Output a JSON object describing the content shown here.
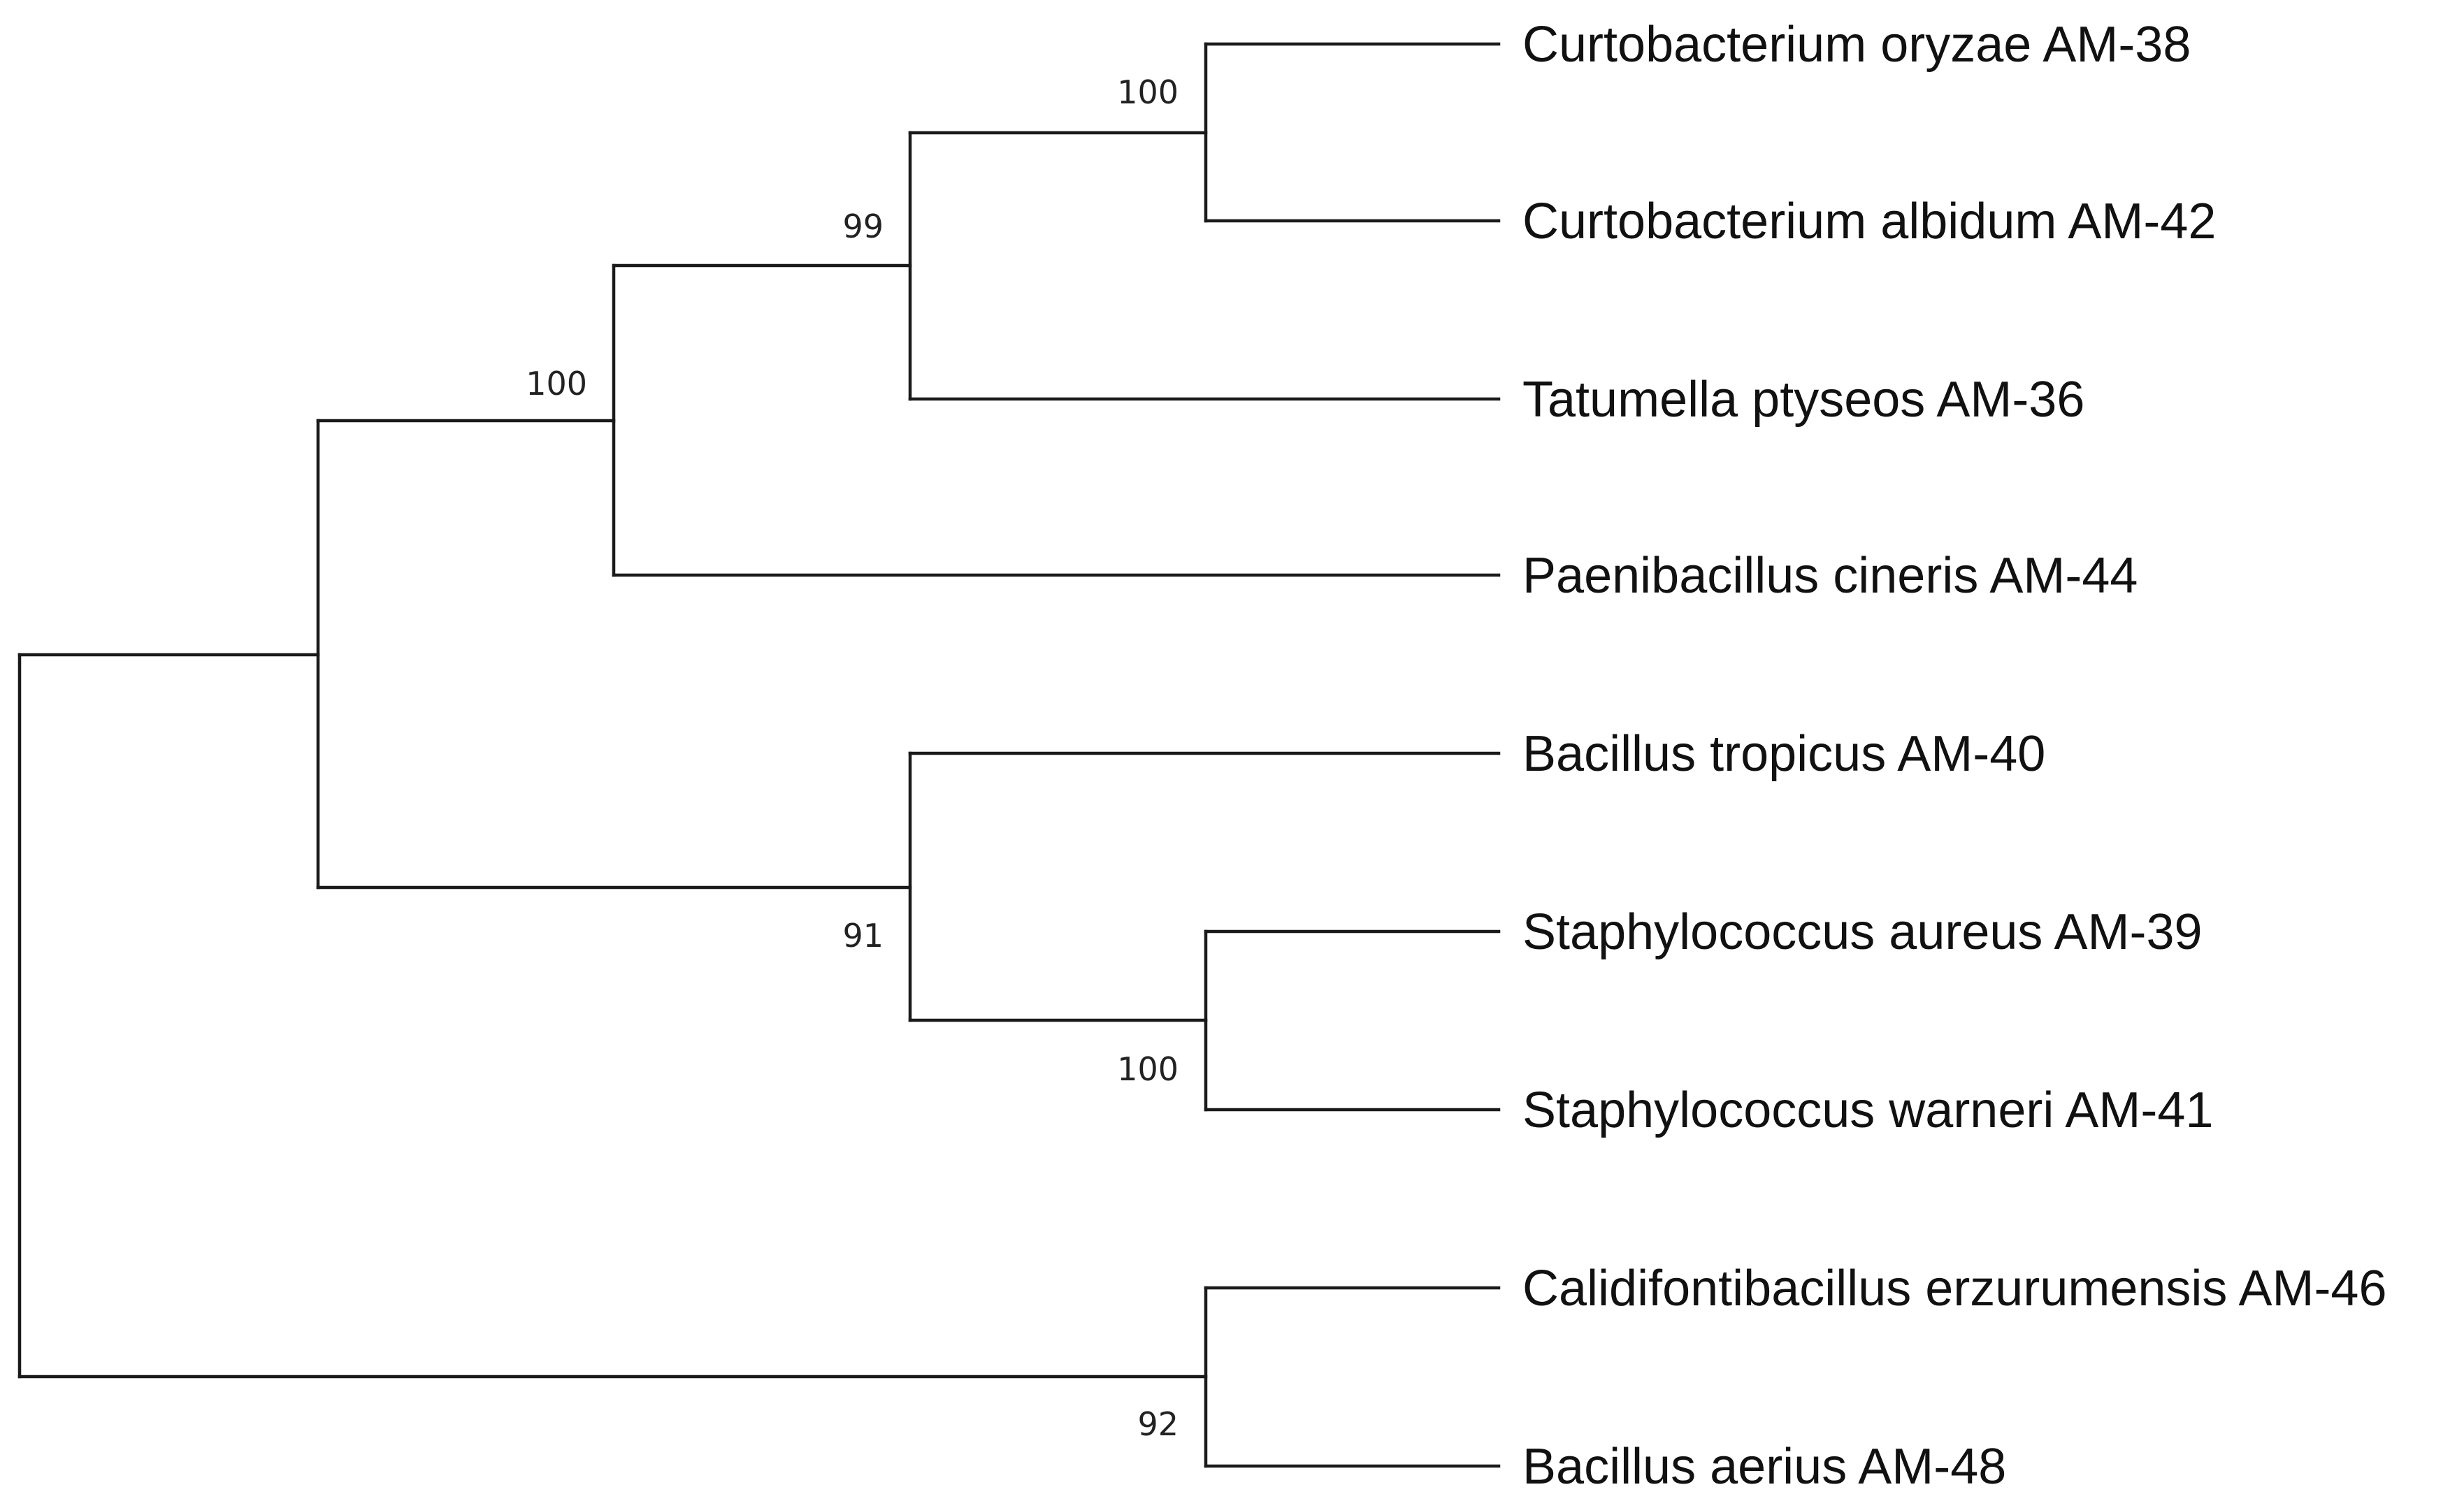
{
  "tree": {
    "type": "rooted-cladogram",
    "orientation": "left-to-right",
    "leaves": [
      "Curtobacterium oryzae AM-38",
      "Curtobacterium albidum AM-42",
      "Tatumella ptyseos AM-36",
      "Paenibacillus cineris AM-44",
      "Bacillus tropicus AM-40",
      "Staphylococcus aureus AM-39",
      "Staphylococcus warneri AM-41",
      "Calidifontibacillus erzurumensis AM-46",
      "Bacillus aerius AM-48"
    ],
    "clades": [
      {
        "members": [
          "Curtobacterium oryzae AM-38",
          "Curtobacterium albidum AM-42"
        ],
        "support": "100"
      },
      {
        "members": [
          "Curtobacterium oryzae AM-38",
          "Curtobacterium albidum AM-42",
          "Tatumella ptyseos AM-36"
        ],
        "support": "99"
      },
      {
        "members": [
          "Curtobacterium oryzae AM-38",
          "Curtobacterium albidum AM-42",
          "Tatumella ptyseos AM-36",
          "Paenibacillus cineris AM-44"
        ],
        "support": "100"
      },
      {
        "members": [
          "Staphylococcus aureus AM-39",
          "Staphylococcus warneri AM-41"
        ],
        "support": "100"
      },
      {
        "members": [
          "Bacillus tropicus AM-40",
          "Staphylococcus aureus AM-39",
          "Staphylococcus warneri AM-41"
        ],
        "support": "91"
      },
      {
        "members": [
          "Calidifontibacillus erzurumensis AM-46",
          "Bacillus aerius AM-48"
        ],
        "support": "92"
      }
    ]
  },
  "colors": {
    "branch": "#1a1a1a",
    "text": "#111111",
    "background": "#ffffff"
  }
}
